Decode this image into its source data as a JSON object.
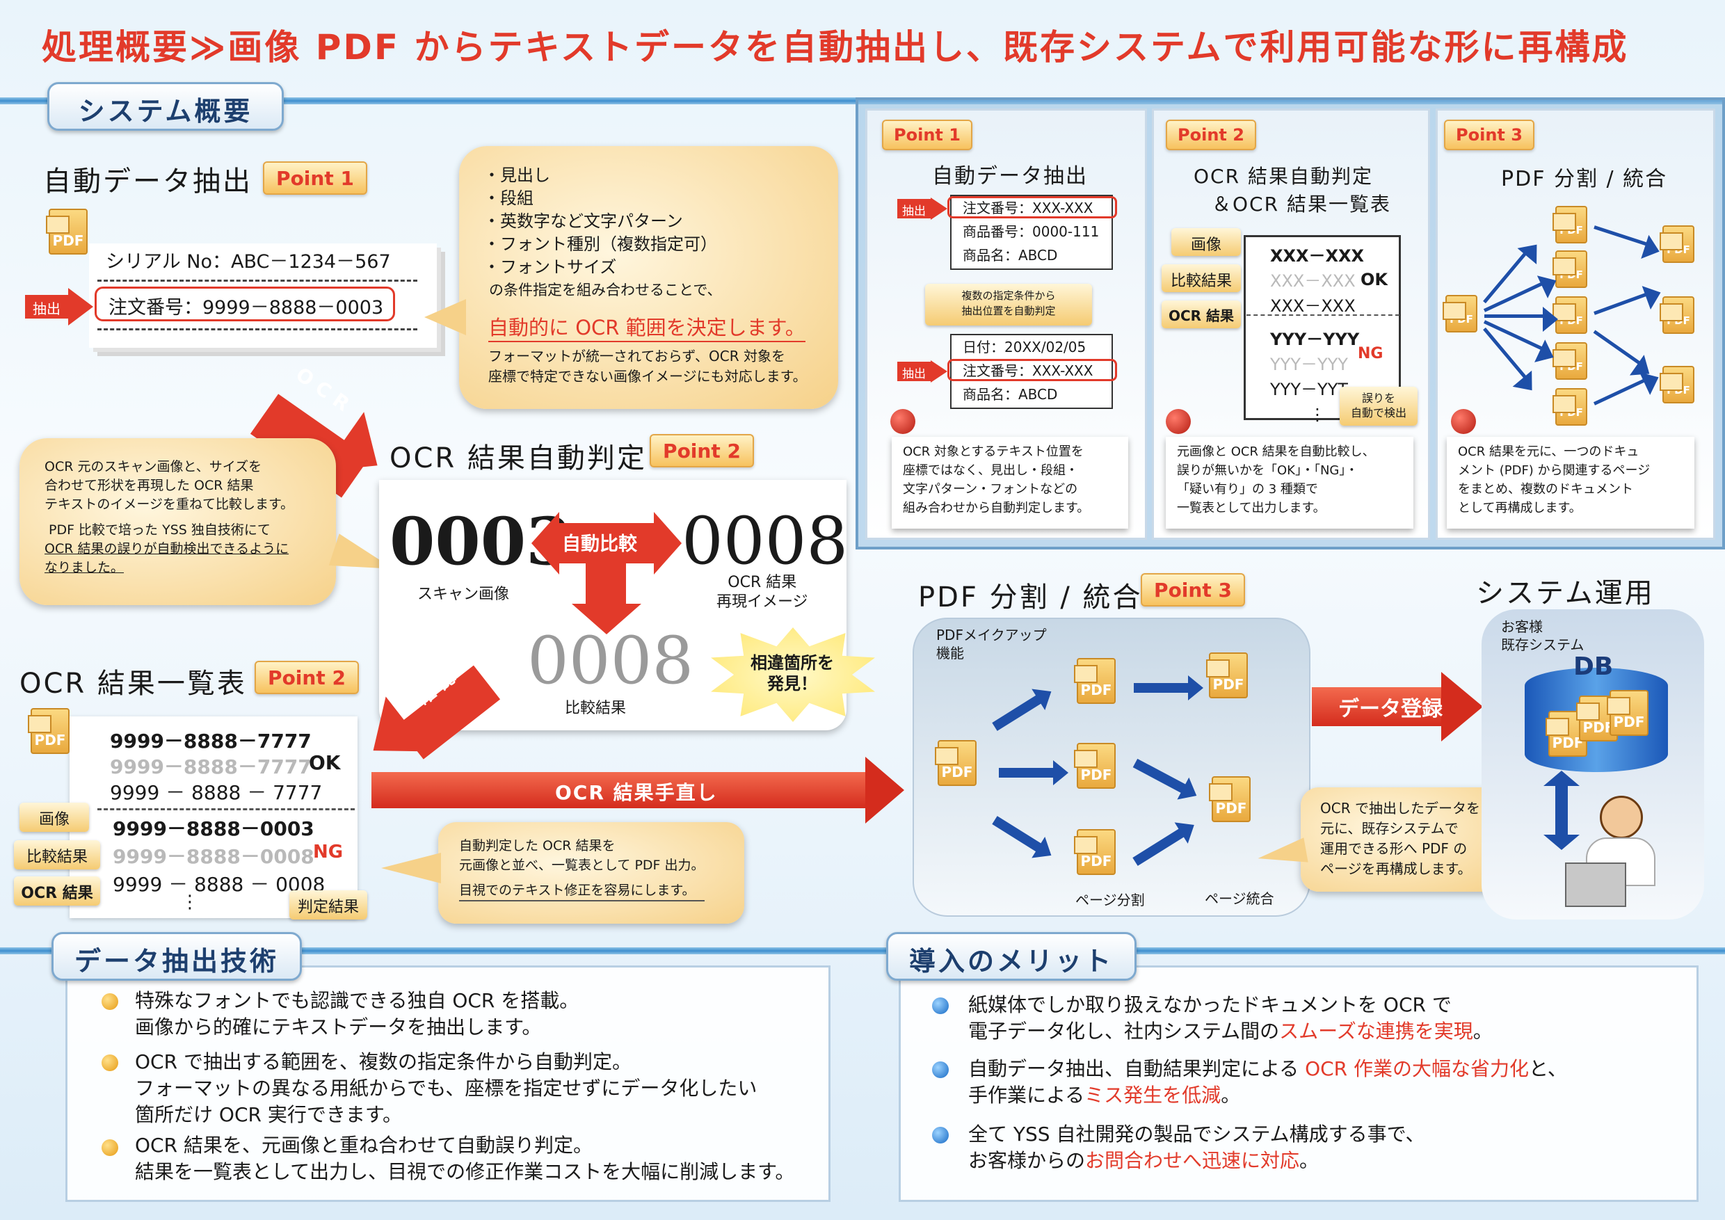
{
  "title": "処理概要≫画像 PDF からテキストデータを自動抽出し、既存システムで利用可能な形に再構成",
  "sections": {
    "overview": "システム概要",
    "tech": "データ抽出技術",
    "merit": "導入のメリット"
  },
  "extract": {
    "heading": "自動データ抽出",
    "point": "Point 1",
    "pdf": "PDF",
    "serial": "シリアル No：ABC－1234－567",
    "order": "注文番号：9999－8888－0003",
    "extract_tag": "抽出",
    "ocr_arrow": "OCR",
    "callout_items": [
      "・見出し",
      "・段組",
      "・英数字など文字パターン",
      "・フォント種別（複数指定可）",
      "・フォントサイズ"
    ],
    "callout_line": "の条件指定を組み合わせることで、",
    "callout_emph": "自動的に OCR 範囲を決定します。",
    "callout_note1": "フォーマットが統一されておらず、OCR 対象を",
    "callout_note2": "座標で特定できない画像イメージにも対応します。"
  },
  "judge": {
    "heading": "OCR 結果自動判定",
    "point": "Point 2",
    "left_callout": [
      "OCR 元のスキャン画像と、サイズを",
      "合わせて形状を再現した OCR 結果",
      "テキストのイメージを重ねて比較します。",
      "PDF 比較で培った YSS 独自技術にて",
      "OCR 結果の誤りが自動検出できるように",
      "なりました。"
    ],
    "scan_num": "0003",
    "scan_label": "スキャン画像",
    "compare_label": "自動比較",
    "ocr_num": "0008",
    "ocr_label1": "OCR 結果",
    "ocr_label2": "再現イメージ",
    "result_num": "0008",
    "result_label": "比較結果",
    "burst": [
      "相違箇所を",
      "発見！"
    ],
    "confirm": "確認"
  },
  "list": {
    "heading": "OCR 結果一覧表",
    "point": "Point 2",
    "pdf": "PDF",
    "rows": [
      "9999－8888－7777",
      "9999－8888－7777",
      "9999 － 8888 － 7777",
      "9999－8888－0003",
      "9999－8888－0008",
      "9999 － 8888 － 0008",
      "⋮"
    ],
    "ok": "OK",
    "ng": "NG",
    "tag_image": "画像",
    "tag_compare": "比較結果",
    "tag_ocr": "OCR 結果",
    "tag_judge": "判定結果",
    "fix_arrow": "OCR 結果手直し",
    "callout": [
      "自動判定した OCR 結果を",
      "元画像と並べ、一覧表として PDF 出力。",
      "目視でのテキスト修正を容易にします。"
    ]
  },
  "split": {
    "heading": "PDF 分割 / 統合",
    "point": "Point 3",
    "makeup": [
      "PDFメイクアップ",
      "機能"
    ],
    "pdf": "PDF",
    "page_split": "ページ分割",
    "page_merge": "ページ統合",
    "register": "データ登録",
    "callout": [
      "OCR で抽出したデータを",
      "元に、既存システムで",
      "運用できる形へ PDF の",
      "ページを再構成します。"
    ]
  },
  "ops": {
    "heading": "システム運用",
    "customer": [
      "お客様",
      "既存システム"
    ],
    "db": "DB",
    "pdf": "PDF"
  },
  "panels": [
    {
      "point": "Point 1",
      "title": "自動データ抽出",
      "extract_tag": "抽出",
      "rows1": [
        "注文番号：XXX-XXX",
        "商品番号：0000-111",
        "商品名：ABCD"
      ],
      "mid": [
        "複数の指定条件から",
        "抽出位置を自動判定"
      ],
      "rows2": [
        "日付：20XX/02/05",
        "注文番号：XXX-XXX",
        "商品名：ABCD"
      ],
      "note": [
        "OCR 対象とするテキスト位置を",
        "座標ではなく、見出し・段組・",
        "文字パターン・フォントなどの",
        "組み合わせから自動判定します。"
      ]
    },
    {
      "point": "Point 2",
      "title1": "OCR 結果自動判定",
      "title2": "＆OCR 結果一覧表",
      "tag_image": "画像",
      "tag_compare": "比較結果",
      "tag_ocr": "OCR 結果",
      "rows": [
        "XXX－XXX",
        "XXX－XXX",
        "XXX－XXX",
        "YYY－YYY",
        "YYY－YYY",
        "YYY－YYT",
        "⋮"
      ],
      "ok": "OK",
      "ng": "NG",
      "detect": [
        "誤りを",
        "自動で検出"
      ],
      "note": [
        "元画像と OCR 結果を自動比較し、",
        "誤りが無いかを「OK」・「NG」・",
        "「疑い有り」の 3 種類で",
        "一覧表として出力します。"
      ]
    },
    {
      "point": "Point 3",
      "title": "PDF 分割 / 統合",
      "pdf": "PDF",
      "note": [
        "OCR 結果を元に、一つのドキュ",
        "メント (PDF) から関連するページ",
        "をまとめ、複数のドキュメント",
        "として再構成します。"
      ]
    }
  ],
  "tech_items": [
    [
      "特殊なフォントでも認識できる独自 OCR を搭載。",
      "画像から的確にテキストデータを抽出します。"
    ],
    [
      "OCR で抽出する範囲を、複数の指定条件から自動判定。",
      "フォーマットの異なる用紙からでも、座標を指定せずにデータ化したい",
      "箇所だけ OCR 実行できます。"
    ],
    [
      "OCR 結果を、元画像と重ね合わせて自動誤り判定。",
      "結果を一覧表として出力し、目視での修正作業コストを大幅に削減します。"
    ]
  ],
  "merit_items": [
    {
      "l1": "紙媒体でしか取り扱えなかったドキュメントを OCR で",
      "l2a": "電子データ化し、社内システム間の",
      "l2b": "スムーズな連携を実現",
      "l2c": "。"
    },
    {
      "l1a": "自動データ抽出、自動結果判定による ",
      "l1b": "OCR 作業の大幅な省力化",
      "l1c": "と、",
      "l2a": "手作業による",
      "l2b": "ミス発生を低減",
      "l2c": "。"
    },
    {
      "l1": "全て YSS 自社開発の製品でシステム構成する事で、",
      "l2a": "お客様からの",
      "l2b": "お問合わせへ迅速に対応",
      "l2c": "。"
    }
  ],
  "colors": {
    "accent": "#e23a2a",
    "navy": "#1e4fa8",
    "gold": "#f5c25e"
  }
}
